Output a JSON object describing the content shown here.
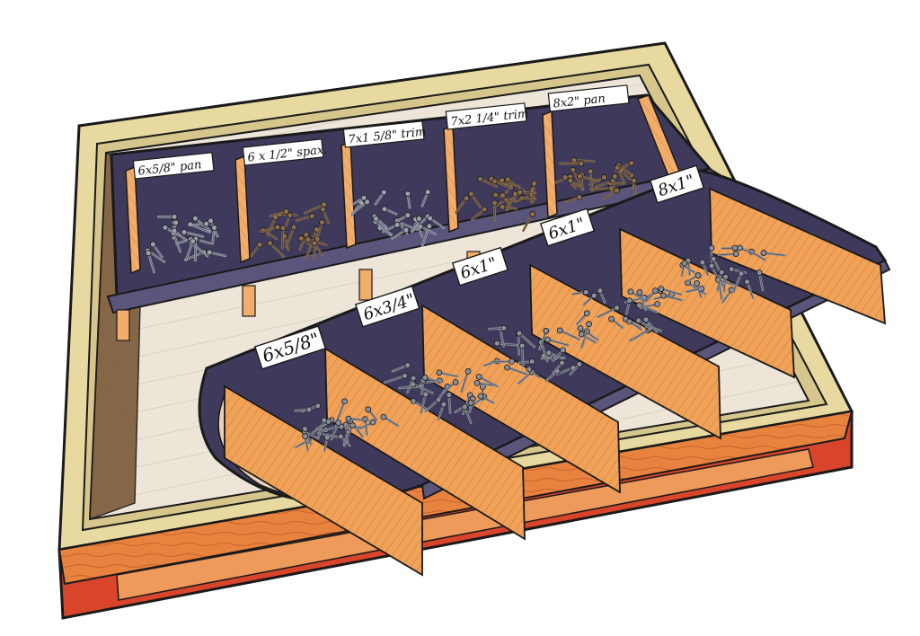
{
  "scene": {
    "subject": "nail-sorting-drawer-illustration",
    "colors": {
      "background": "#ffffff",
      "frame_wood": "#e8d9a0",
      "frame_edge": "#c9b77a",
      "drawer_front": "#e07a3a",
      "drawer_red": "#d9452b",
      "floor": "#e9e2d6",
      "tray_dark": "#3f3a5c",
      "tray_dark_light": "#5b557c",
      "divider": "#f0a258",
      "divider_hatch": "#d9823a",
      "nail": "#8a8f9c",
      "nail_brown": "#8a6e4e",
      "label_bg": "#ffffff",
      "ink": "#1a1a1a"
    },
    "back_tray": {
      "labels": [
        "6x5/8\" pan",
        "6 x 1/2\" spax.",
        "7x1 5/8\" trim",
        "7x2 1/4\" trim",
        "8x2\" pan"
      ]
    },
    "front_tray": {
      "labels": [
        "6x5/8\"",
        "6x3/4\"",
        "6x1\"",
        "6x1\"",
        "8x1\""
      ]
    }
  }
}
